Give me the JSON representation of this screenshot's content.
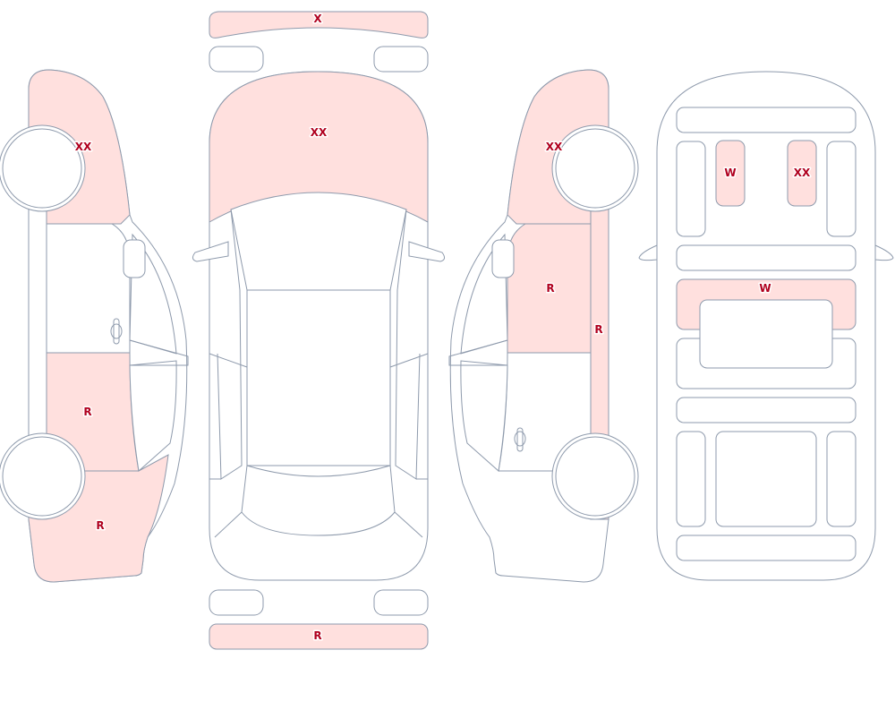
{
  "colors": {
    "outline": "#8e9aac",
    "damage_fill": "#ffe0de",
    "label": "#b0001e",
    "background": "#ffffff"
  },
  "marks": {
    "front_bumper": "X",
    "hood": "XX",
    "rear_bumper": "R",
    "left_front_fender": "XX",
    "left_rear_door": "R",
    "left_rear_quarter": "R",
    "right_front_fender": "XX",
    "right_front_door": "R",
    "right_rocker": "R",
    "interior_seat_a": "W",
    "interior_seat_b": "XX",
    "interior_row": "W"
  }
}
